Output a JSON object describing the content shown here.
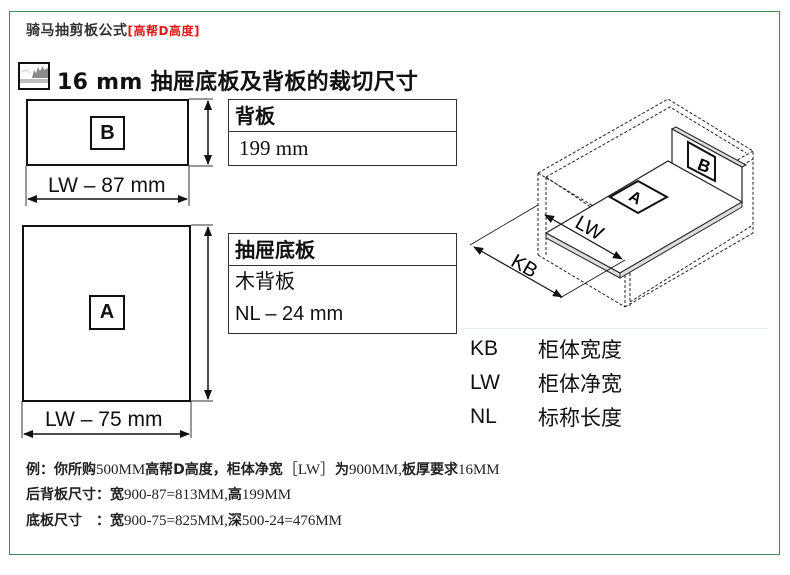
{
  "header": {
    "title": "骑马抽剪板公式",
    "subtitle": "[高帮D高度]",
    "subtitle_color": "#e0181b"
  },
  "section": {
    "icon": "saw-blade-icon",
    "title": "16 mm 抽屉底板及背板的裁切尺寸"
  },
  "panels": {
    "back_panel": {
      "label": "B",
      "width_formula": "LW – 87 mm",
      "table_header": "背板",
      "table_rows": [
        "199 mm"
      ]
    },
    "bottom_panel": {
      "label": "A",
      "width_formula": "LW – 75 mm",
      "table_header": "抽屉底板",
      "table_rows": [
        "木背板",
        "NL – 24 mm"
      ]
    }
  },
  "diagram3d": {
    "labels": {
      "panel_a": "A",
      "panel_b": "B",
      "lw": "LW",
      "kb": "KB"
    }
  },
  "legend": [
    {
      "abbr": "KB",
      "meaning": "柜体宽度"
    },
    {
      "abbr": "LW",
      "meaning": "柜体净宽"
    },
    {
      "abbr": "NL",
      "meaning": "标称长度"
    }
  ],
  "example": {
    "line1": {
      "p1": "例：你所购",
      "v1": "500MM",
      "p2": "高帮D高度，柜体净宽",
      "v2": "［LW］",
      "p3": "为",
      "v3": "900MM,",
      "p4": "板厚要求",
      "v4": "16MM"
    },
    "line2": {
      "p1": "后背板尺寸：",
      "p2": "宽",
      "v1": "900-87=813MM,",
      "p3": "高",
      "v2": "199MM"
    },
    "line3": {
      "p1": "底板尺寸　：",
      "p2": "宽",
      "v1": "900-75=825MM,",
      "p3": "深",
      "v2": "500-24=476MM"
    }
  },
  "colors": {
    "frame": "#3f8a55",
    "accent_red": "#e0181b",
    "ink": "#111111"
  }
}
